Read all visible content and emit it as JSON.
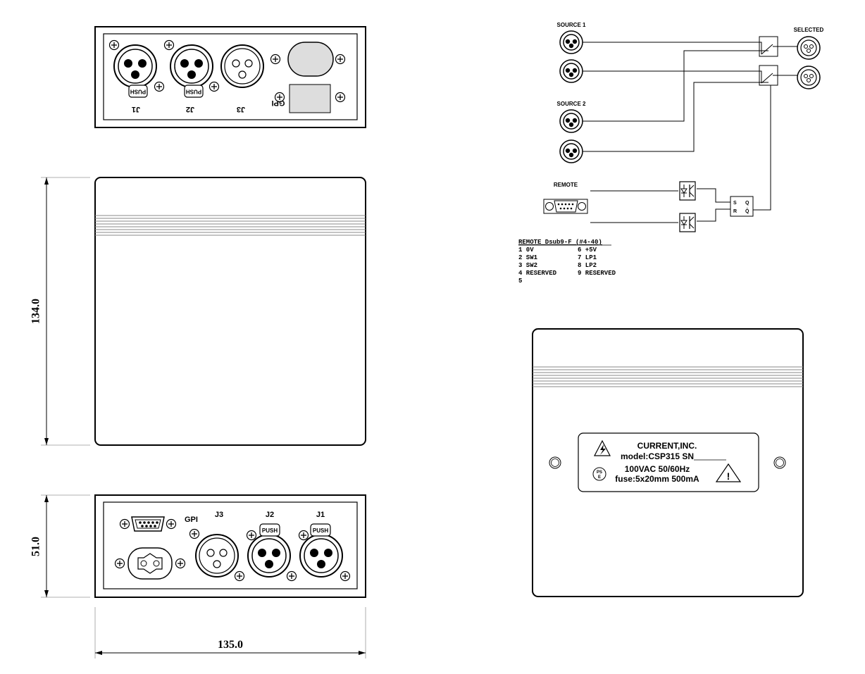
{
  "dimensions": {
    "height": "134.0",
    "depth": "51.0",
    "width": "135.0"
  },
  "rear_panel_labels": {
    "j1": "J1",
    "j2": "J2",
    "j3": "J3",
    "gpi": "GPI",
    "push": "PUSH"
  },
  "schematic": {
    "source1": "SOURCE 1",
    "source2": "SOURCE 2",
    "selected": "SELECTED",
    "remote": "REMOTE",
    "ff_s": "S",
    "ff_r": "R",
    "ff_q": "Q",
    "ff_qbar": "Q̄"
  },
  "pinout": {
    "title": "REMOTE Dsub9-F (#4-40)",
    "rows": [
      {
        "left": "1 0V",
        "right": "6 +5V"
      },
      {
        "left": "2 SW1",
        "right": "7 LP1"
      },
      {
        "left": "3 SW2",
        "right": "8 LP2"
      },
      {
        "left": "4 RESERVED",
        "right": "9 RESERVED"
      },
      {
        "left": "5",
        "right": ""
      }
    ]
  },
  "label_plate": {
    "company": "CURRENT,INC.",
    "model": "model:CSP315 SN",
    "power": "100VAC 50/60Hz",
    "fuse": "fuse:5x20mm 500mA",
    "pse_top": "PS",
    "pse_bottom": "E",
    "warning_mark": "!"
  }
}
